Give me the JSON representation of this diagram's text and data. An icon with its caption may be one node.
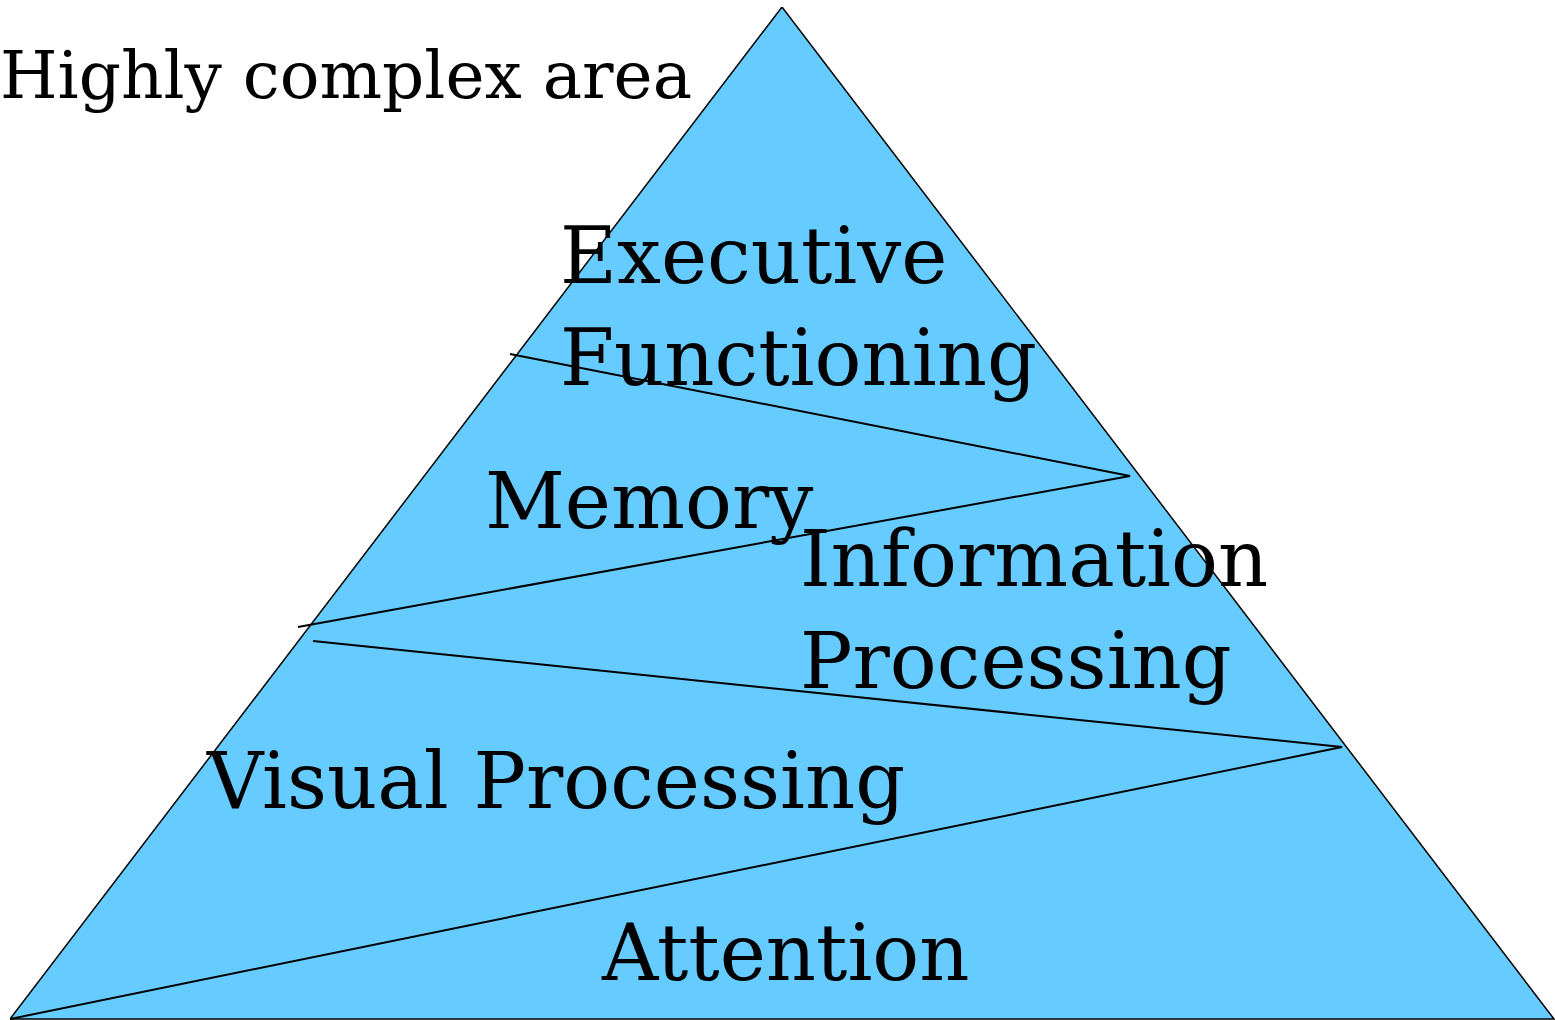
{
  "diagram": {
    "nodes": [
      {
        "text": [],
        "shape": "triangle"
      },
      {
        "text": [
          "Executive Functioning"
        ],
        "in": 0
      },
      {
        "text": [
          "Memory"
        ],
        "in": 0
      },
      {
        "text": [
          "Information Processing"
        ],
        "in": 0
      },
      {
        "text": [
          "Visual Processing"
        ],
        "in": 0
      },
      {
        "text": [
          "Attention"
        ],
        "in": 0
      }
    ],
    "labels": [
      "Highly complex area"
    ]
  }
}
